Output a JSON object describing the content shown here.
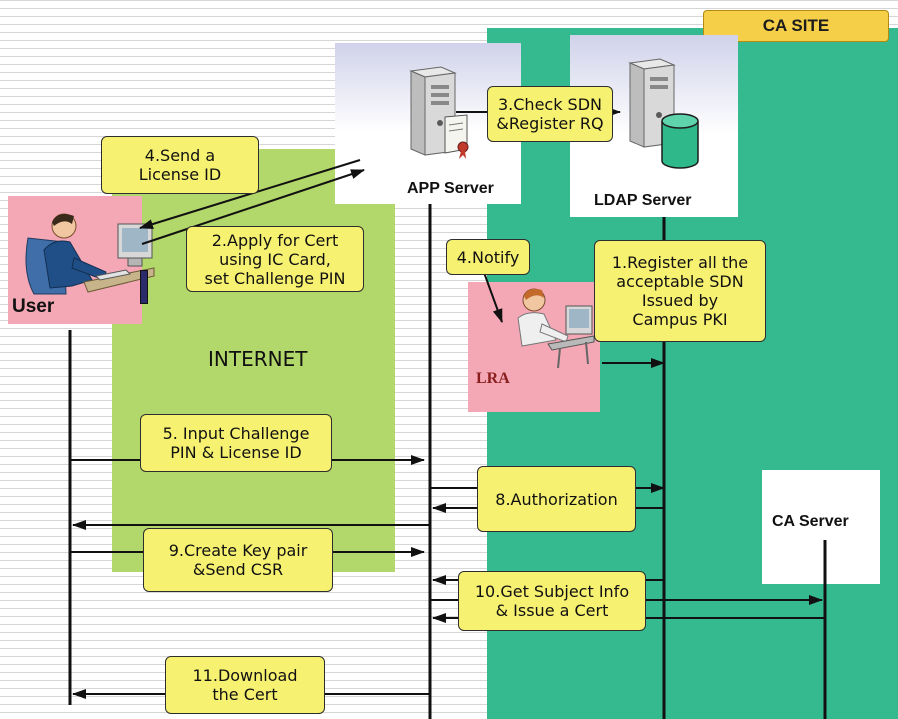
{
  "ca_site_label": "CA SITE",
  "internet_label": "INTERNET",
  "actors": {
    "user": "User",
    "app_server": "APP Server",
    "ldap_server": "LDAP Server",
    "lra": "LRA",
    "ca_server": "CA Server"
  },
  "steps": {
    "s1": [
      "1.Register all the",
      "acceptable SDN",
      "Issued by",
      "Campus PKI"
    ],
    "s2": [
      "2.Apply for Cert",
      "using IC Card,",
      "set Challenge PIN"
    ],
    "s3": [
      "3.Check SDN",
      "&Register RQ"
    ],
    "s4_send": [
      "4.Send a",
      "License ID"
    ],
    "s4_notify": [
      "4.Notify"
    ],
    "s5": [
      "5. Input Challenge",
      "PIN & License ID"
    ],
    "s8": [
      "8.Authorization"
    ],
    "s9": [
      "9.Create Key pair",
      "&Send CSR"
    ],
    "s10": [
      "10.Get Subject Info",
      "& Issue a Cert"
    ],
    "s11": [
      "11.Download",
      "the Cert"
    ]
  },
  "icons": [
    "user-at-computer-icon",
    "server-tower-icon",
    "database-cylinder-icon",
    "certificate-scroll-icon",
    "lra-operator-icon"
  ],
  "colors": {
    "ca_site": "#35b98e",
    "internet": "#b2d76a",
    "note": "#f7f171",
    "actor_box": "#f4a8b5",
    "ca_site_tag": "#f4cf47"
  }
}
